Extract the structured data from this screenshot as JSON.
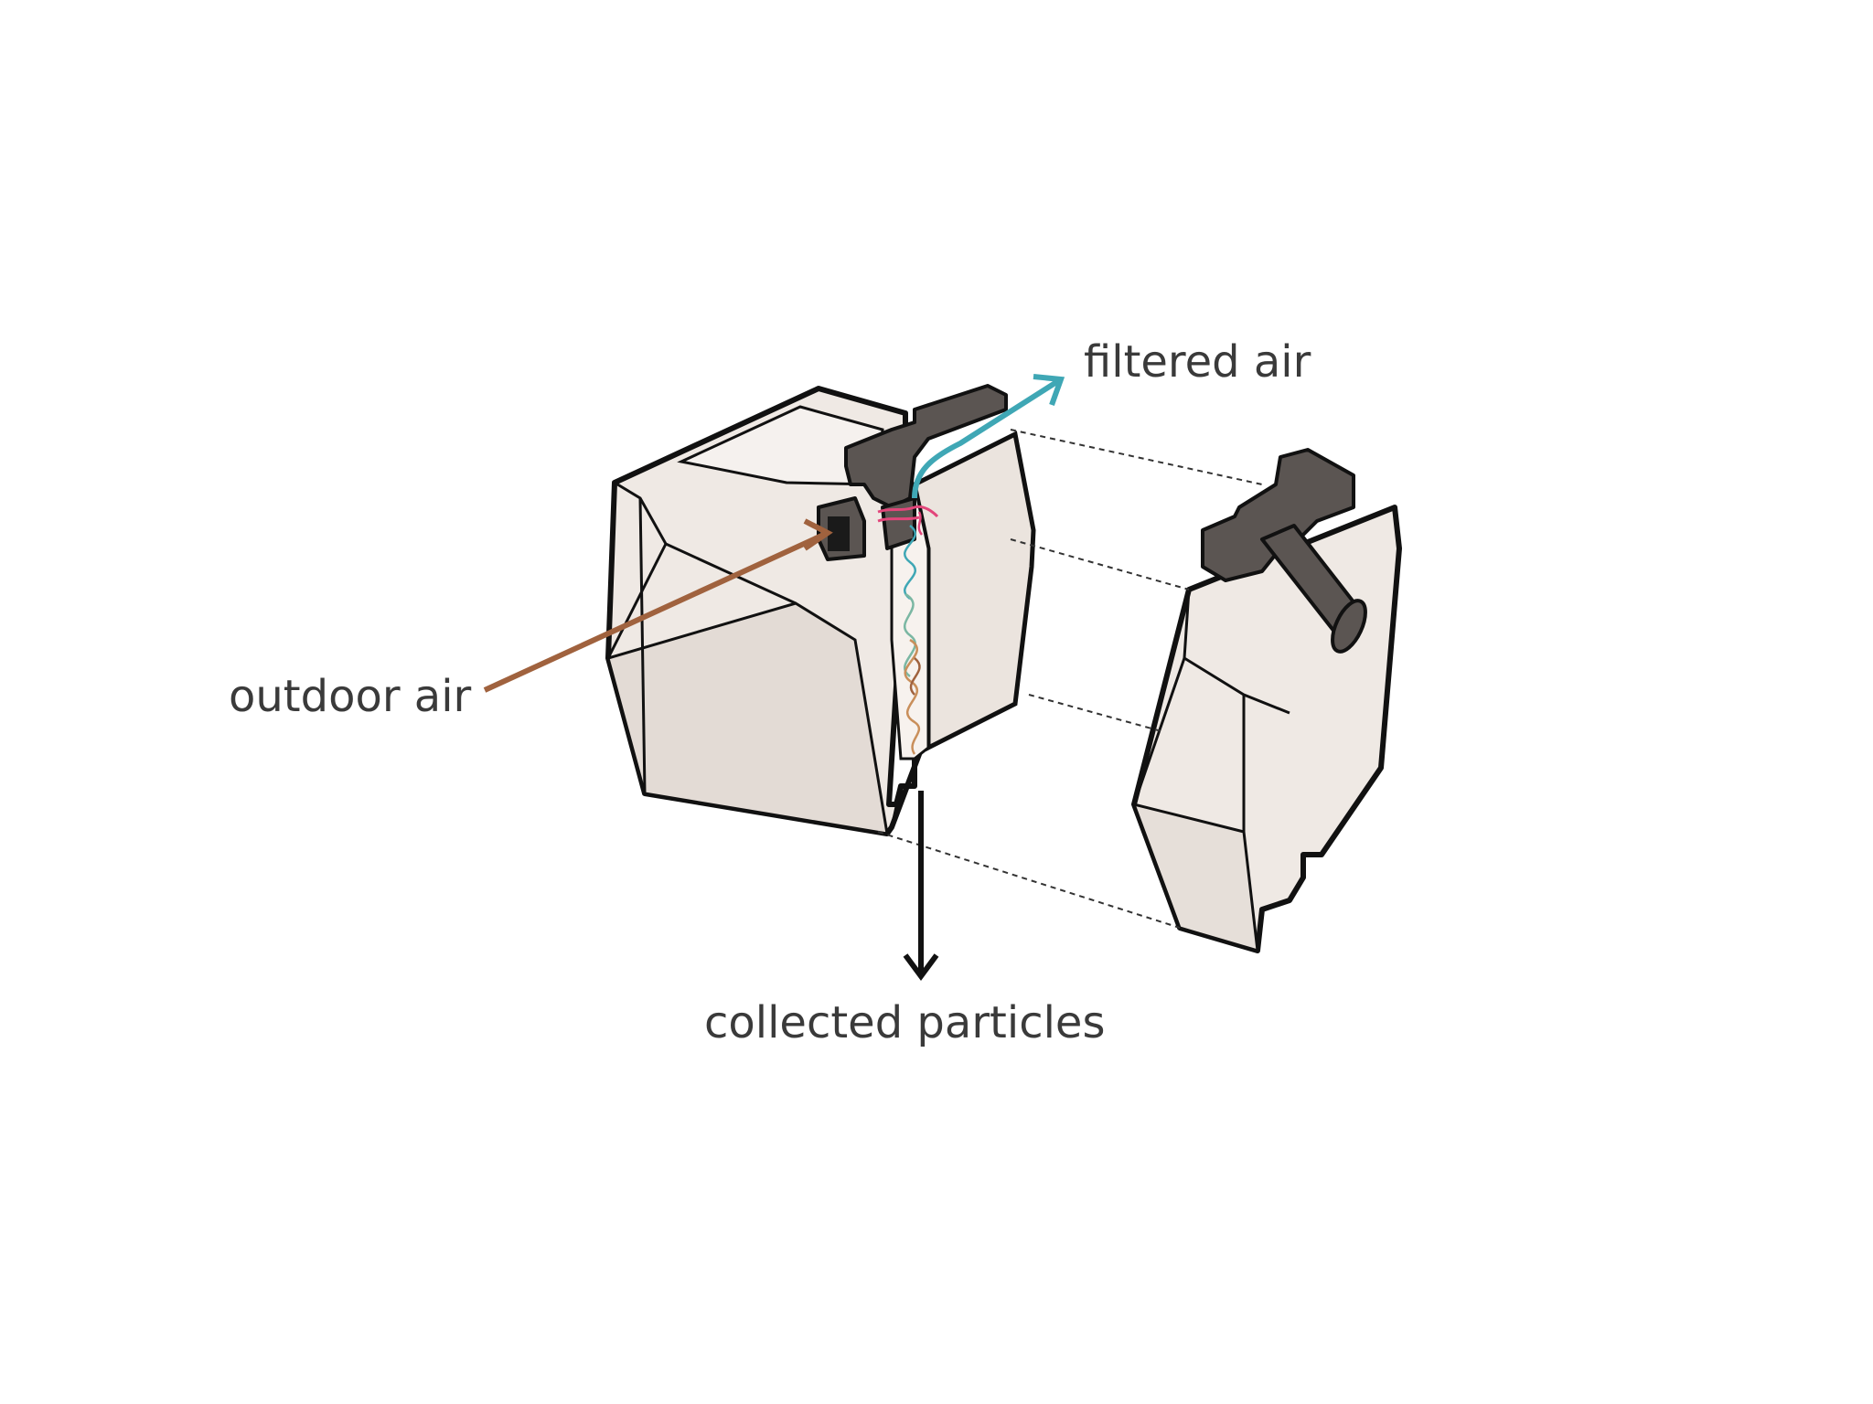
{
  "labels": {
    "filtered_air": "filtered air",
    "outdoor_air": "outdoor air",
    "collected_particles": "collected particles"
  },
  "colors": {
    "block_fill": "#efe9e4",
    "block_shade": "#e3dbd5",
    "dark_part": "#5b5552",
    "outdoor_arrow": "#a0623e",
    "filtered_arrow": "#3fa7b5",
    "particles_arrow": "#111111",
    "pink_flow": "#e2457a"
  }
}
